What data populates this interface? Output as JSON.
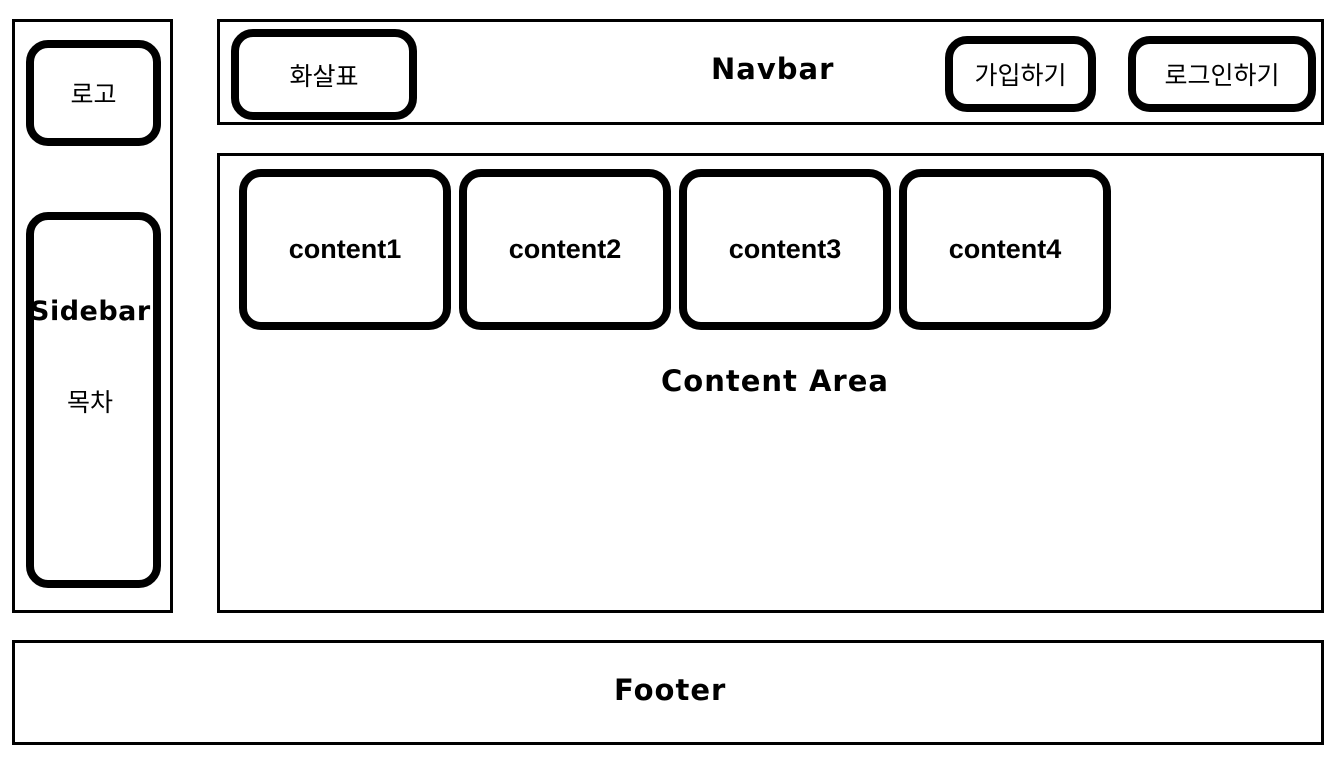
{
  "sidebar": {
    "title": "Sidebar",
    "logo": "로고",
    "toc": "목차"
  },
  "navbar": {
    "title": "Navbar",
    "arrow": "화살표",
    "signup": "가입하기",
    "login": "로그인하기"
  },
  "content_area": {
    "title": "Content Area",
    "items": [
      "content1",
      "content2",
      "content3",
      "content4"
    ]
  },
  "footer": {
    "title": "Footer"
  }
}
